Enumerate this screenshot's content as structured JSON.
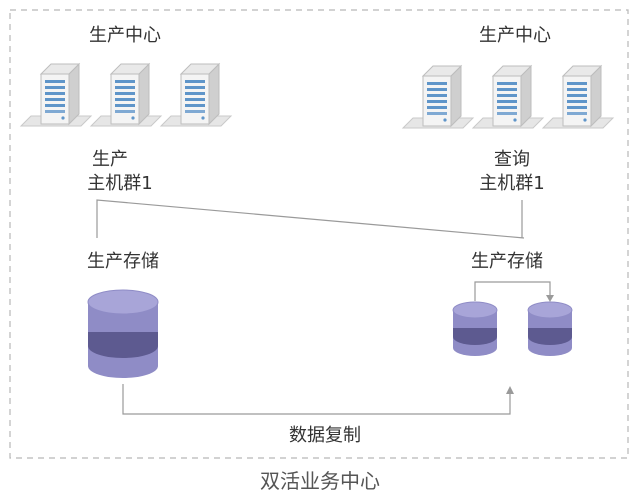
{
  "left_dc": {
    "title": "生产中心",
    "host_group_line1": "生产",
    "host_group_line2": "主机群1",
    "storage": "生产存储",
    "server_icon": "server-icon",
    "database_icon": "database-icon"
  },
  "right_dc": {
    "title": "生产中心",
    "host_group_line1": "查询",
    "host_group_line2": "主机群1",
    "storage": "生产存储",
    "server_icon": "server-icon",
    "database_icon": "database-icon"
  },
  "replication_label": "数据复制",
  "container_label": "双活业务中心",
  "colors": {
    "server_light": "#f2f2f2",
    "server_dark": "#cfcfcf",
    "server_accent": "#5f95c9",
    "db_fill": "#8f8cc6",
    "db_top": "#a8a5d8",
    "db_band": "#5d5a90",
    "line": "#9a9a9a",
    "border": "#b8b8b8"
  }
}
